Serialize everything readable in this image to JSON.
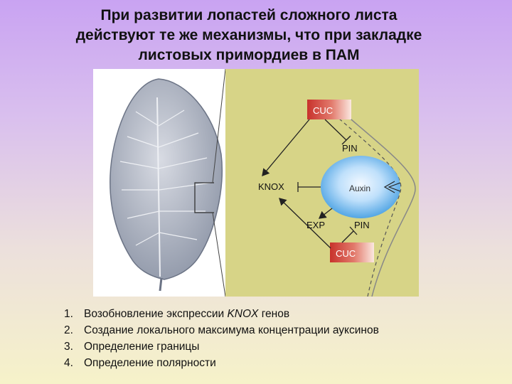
{
  "slide": {
    "title_lines": [
      "При  развитии лопастей сложного листа",
      "действуют те же механизмы, что при закладке",
      "листовых примордиев в ПАМ"
    ]
  },
  "diagram": {
    "labels": {
      "cuc_top": "CUC",
      "pin_top": "PIN",
      "knox": "KNOX",
      "auxin": "Auxin",
      "exp": "EXP",
      "pin_bottom": "PIN",
      "cuc_bottom": "CUC"
    },
    "colors": {
      "panel": "#d7d487",
      "cuc_red": "#c8322c",
      "auxin_blue": "#5aaee8",
      "leaf": "#b7bcc8"
    }
  },
  "list": {
    "items": [
      {
        "num": "1.",
        "pre": "Возобновление экспрессии ",
        "em": "KNOX",
        "post": " генов"
      },
      {
        "num": "2.",
        "pre": "Создание локального максимума концентрации ауксинов",
        "em": "",
        "post": ""
      },
      {
        "num": "3.",
        "pre": "Определение границы",
        "em": "",
        "post": ""
      },
      {
        "num": "4.",
        "pre": "Определение полярности",
        "em": "",
        "post": ""
      }
    ]
  }
}
